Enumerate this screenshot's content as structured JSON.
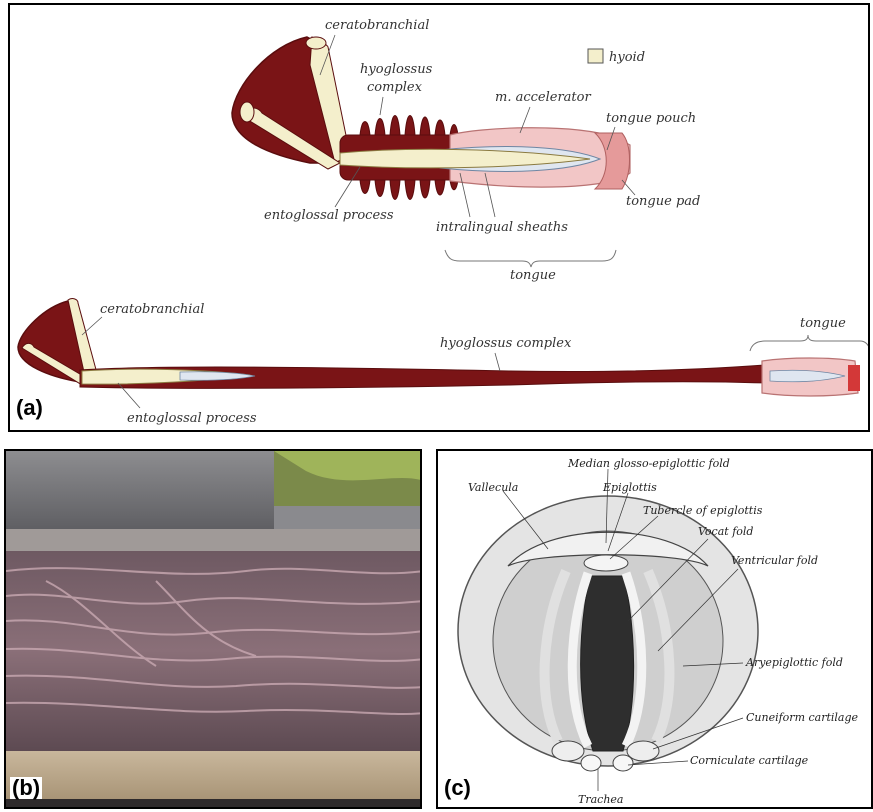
{
  "panel_a": {
    "letter": "(a)",
    "legend_label": "hyoid",
    "top": {
      "ceratobranchial": "ceratobranchial",
      "hyoglossus_line1": "hyoglossus",
      "hyoglossus_line2": "complex",
      "m_accelerator": "m. accelerator",
      "tongue_pouch": "tongue pouch",
      "tongue_pad": "tongue pad",
      "entoglossal": "entoglossal process",
      "intralingual": "intralingual sheaths",
      "tongue": "tongue"
    },
    "bottom": {
      "ceratobranchial": "ceratobranchial",
      "hyoglossus": "hyoglossus complex",
      "tongue": "tongue",
      "entoglossal": "entoglossal process"
    }
  },
  "panel_b": {
    "letter": "(b)"
  },
  "panel_c": {
    "letter": "(c)",
    "labels": {
      "median": "Median glosso-epiglottic fold",
      "vallecula": "Vallecula",
      "epiglottis": "Epiglottis",
      "tubercle": "Tubercle of epiglottis",
      "vocal": "Vocat fold",
      "ventricular": "Ventricular fold",
      "aryepiglottic": "Aryepiglottic fold",
      "cuneiform": "Cuneiform cartilage",
      "corniculate": "Corniculate cartilage",
      "trachea": "Trachea"
    }
  },
  "colors": {
    "muscle": "#7a1416",
    "hyoid": "#f4efcc",
    "tongue_pink": "#f2c6c6",
    "tongue_dark": "#e59a9a"
  }
}
